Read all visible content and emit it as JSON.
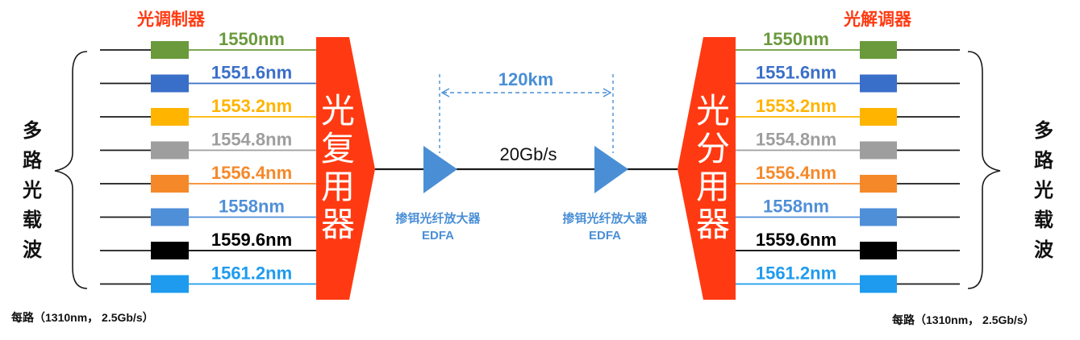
{
  "modulator_label": "光调制器",
  "demodulator_label": "光解调器",
  "multiplexer_label": "光复用器",
  "demultiplexer_label": "光分用器",
  "carrier_label": "多路光载波",
  "per_channel_note": "每路（1310nm， 2.5Gb/s）",
  "bit_rate_label": "20Gb/s",
  "distance_label": "120km",
  "amplifier_label_cn": "掺铒光纤放大器",
  "amplifier_label_en": "EDFA",
  "channels": [
    {
      "wavelength": "1550nm",
      "color": "#6a9a3c"
    },
    {
      "wavelength": "1551.6nm",
      "color": "#3a6fc9"
    },
    {
      "wavelength": "1553.2nm",
      "color": "#ffb400"
    },
    {
      "wavelength": "1554.8nm",
      "color": "#9e9e9e"
    },
    {
      "wavelength": "1556.4nm",
      "color": "#f5892a"
    },
    {
      "wavelength": "1558nm",
      "color": "#4f8fd8"
    },
    {
      "wavelength": "1559.6nm",
      "color": "#000000"
    },
    {
      "wavelength": "1561.2nm",
      "color": "#1e9bef"
    }
  ],
  "colors": {
    "accent_red": "#ff3a12",
    "amplifier_blue": "#4a8fd6",
    "line": "#1a1a1a"
  }
}
